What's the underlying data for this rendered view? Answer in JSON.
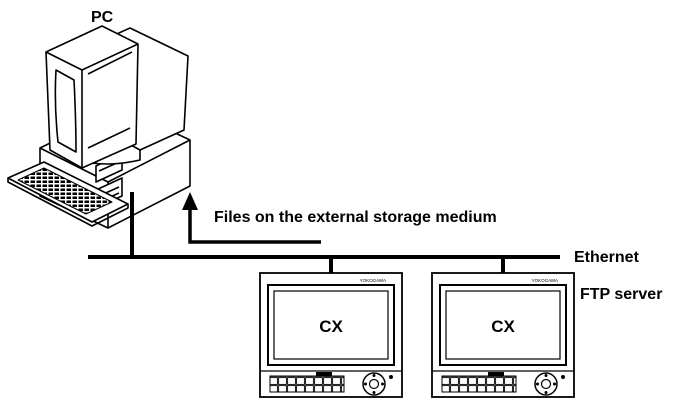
{
  "diagram": {
    "pc_label": "PC",
    "arrow_label": "Files on the external storage medium",
    "network_label": "Ethernet",
    "server_label": "FTP server",
    "devices": [
      {
        "label": "CX",
        "brand": "YOKOGAWA"
      },
      {
        "label": "CX",
        "brand": "YOKOGAWA"
      }
    ]
  }
}
